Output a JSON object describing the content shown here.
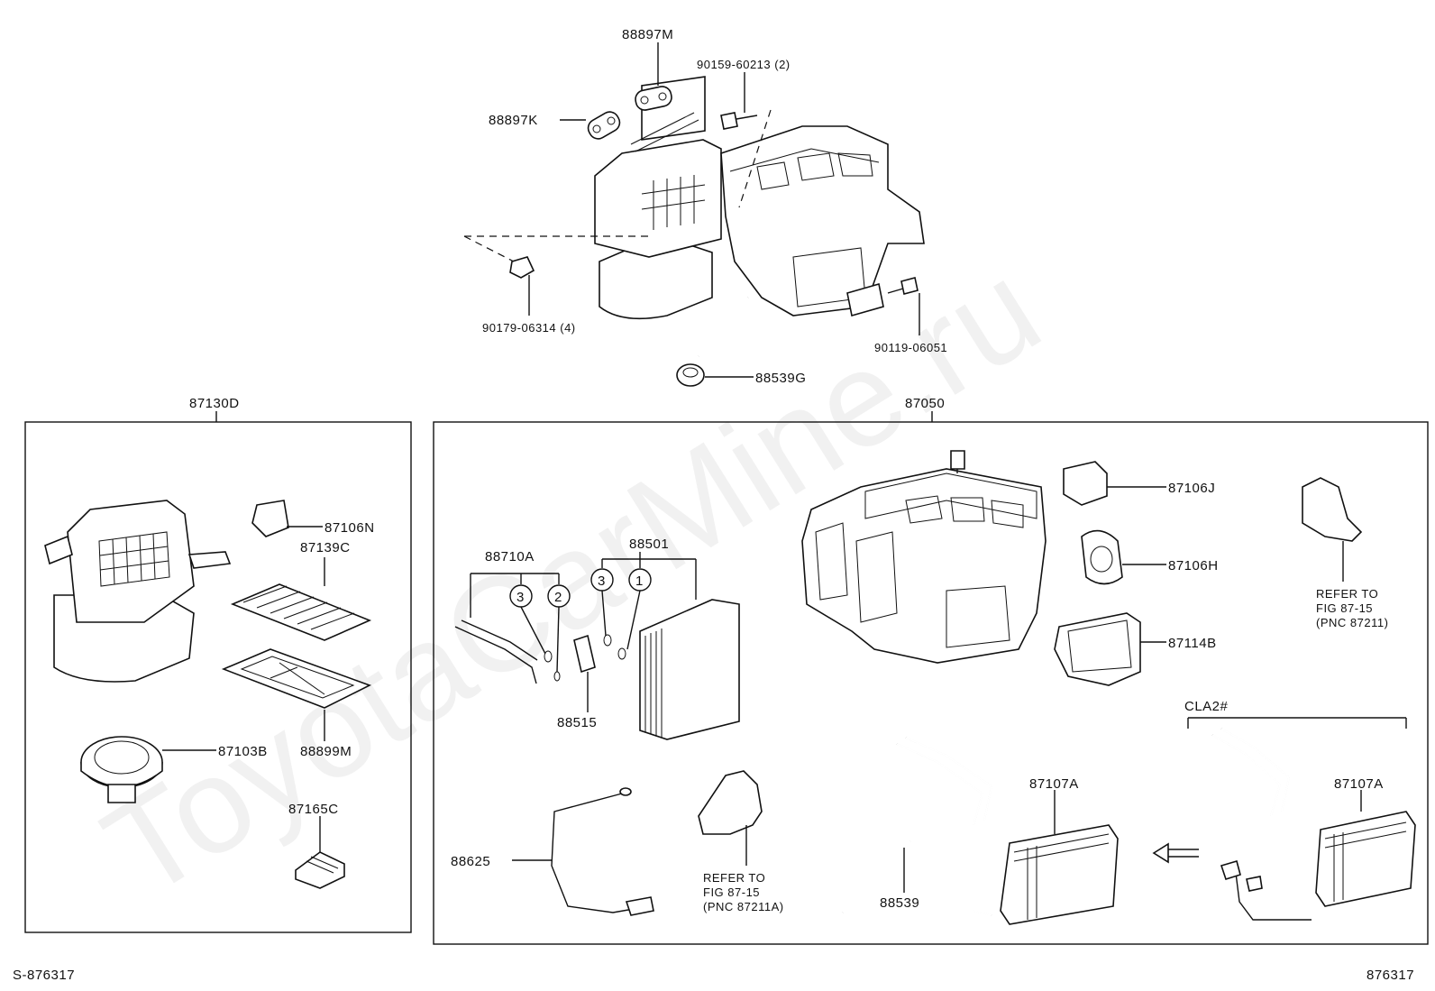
{
  "watermark": "ToyotaCarMine.ru",
  "footer": {
    "left": "S-876317",
    "right": "876317"
  },
  "top_assembly": {
    "labels": {
      "p88897M": "88897M",
      "p88897K": "88897K",
      "p90159": "90159-60213 (2)",
      "p90179": "90179-06314 (4)",
      "p90119": "90119-06051",
      "p88539G": "88539G"
    }
  },
  "group_87130D": {
    "title": "87130D",
    "labels": {
      "p87106N": "87106N",
      "p87139C": "87139C",
      "p88899M": "88899M",
      "p87103B": "87103B",
      "p87165C": "87165C"
    }
  },
  "group_87050": {
    "title": "87050",
    "labels": {
      "p88710A": "88710A",
      "p88501": "88501",
      "p88515": "88515",
      "p87106J": "87106J",
      "p87106H": "87106H",
      "p87114B": "87114B",
      "p88625": "88625",
      "p88539": "88539",
      "p87107A_1": "87107A",
      "p87107A_2": "87107A",
      "cla": "CLA2#",
      "refer1": [
        "REFER TO",
        "FIG 87-15",
        "(PNC 87211)"
      ],
      "refer2": [
        "REFER TO",
        "FIG 87-15",
        "(PNC 87211A)"
      ],
      "circles": [
        "3",
        "2",
        "3",
        "1"
      ]
    }
  }
}
